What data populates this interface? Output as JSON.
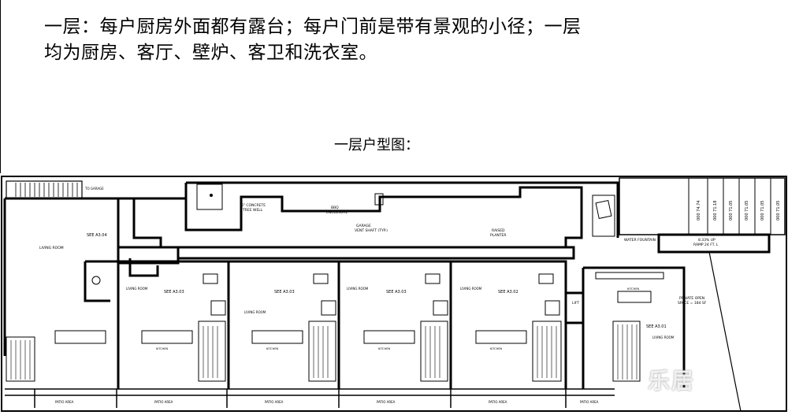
{
  "caption": {
    "line1": "一层：每户厨房外面都有露台；每户门前是带有景观的小径；一层",
    "line2": "均为厨房、客厅、壁炉、客卫和洗衣室。"
  },
  "subtitle": "一层户型图：",
  "plan": {
    "labels": {
      "to_garage": "TO GARAGE",
      "living_room_main": "LIVING ROOM",
      "see_a304": "SEE A3.04",
      "concrete_tree_well_1": "6\" CONCRETE",
      "concrete_tree_well_2": "TREE WELL",
      "bbq_1": "BBQ",
      "bbq_2": "ENCLOSURE",
      "vent_1": "GARAGE",
      "vent_2": "VENT SHAFT (TYP.)",
      "planter_1": "RAISED",
      "planter_2": "PLANTER",
      "water_fountain": "WATER FOUNTAIN",
      "ramp_1": "8.33% UP",
      "ramp_2": "RAMP 24 FT. L",
      "private_open_1": "PRIVATE OPEN",
      "private_open_2": "SPACE = 184 SF",
      "lift": "LIFT",
      "kitchen": "KITCHEN",
      "see_a301": "SEE A3.01",
      "living_room_end": "LIVING ROOM"
    },
    "units": [
      {
        "living": "LIVING ROOM",
        "see": "SEE A3.03",
        "kitchen": "KITCHEN",
        "patio": "PATIO AREA"
      },
      {
        "living": "LIVING ROOM",
        "see": "SEE A3.03",
        "kitchen": "KITCHEN",
        "patio": "PATIO AREA"
      },
      {
        "living": "LIVING ROOM",
        "see": "SEE A3.03",
        "kitchen": "KITCHEN",
        "patio": "PATIO AREA"
      },
      {
        "living": "LIVING ROOM",
        "see": "SEE A3.02",
        "kitchen": "KITCHEN",
        "patio": "PATIO AREA"
      }
    ],
    "left_patio": "PATIO AREA",
    "right_patio": "PATIO AREA",
    "parking": [
      "000 74.74",
      "000 71.18",
      "000 71.05",
      "000 71.05",
      "000 71.05",
      "000 71.05"
    ]
  },
  "watermark": "乐居"
}
